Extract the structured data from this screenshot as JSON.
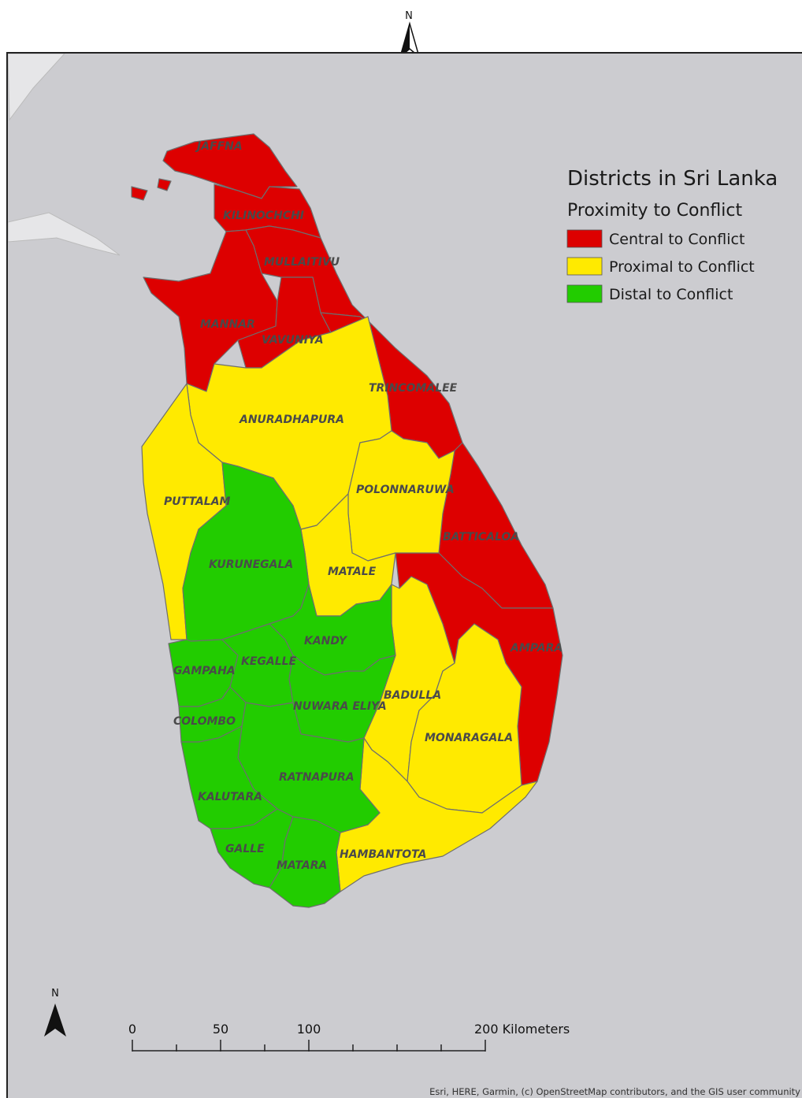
{
  "north_label": "N",
  "legend": {
    "title": "Districts in Sri Lanka",
    "subtitle": "Proximity to Conflict",
    "items": [
      {
        "label": "Central to Conflict",
        "color": "#dd0000"
      },
      {
        "label": "Proximal to Conflict",
        "color": "#ffea00"
      },
      {
        "label": "Distal to Conflict",
        "color": "#22cc00"
      }
    ]
  },
  "colors": {
    "sea": "#ccccd0",
    "land_other": "#e6e6e8",
    "central": "#dd0000",
    "proximal": "#ffea00",
    "distal": "#22cc00",
    "border": "#6e6e6e"
  },
  "districts": {
    "jaffna": {
      "name": "JAFFNA",
      "category": "Central to Conflict"
    },
    "kilinochchi": {
      "name": "KILINOCHCHI",
      "category": "Central to Conflict"
    },
    "mullaitivu": {
      "name": "MULLAITIVU",
      "category": "Central to Conflict"
    },
    "mannar": {
      "name": "MANNAR",
      "category": "Central to Conflict"
    },
    "vavuniya": {
      "name": "VAVUNIYA",
      "category": "Central to Conflict"
    },
    "trincomalee": {
      "name": "TRINCOMALEE",
      "category": "Central to Conflict"
    },
    "batticaloa": {
      "name": "BATTICALOA",
      "category": "Central to Conflict"
    },
    "ampara": {
      "name": "AMPARA",
      "category": "Central to Conflict"
    },
    "anuradhapura": {
      "name": "ANURADHAPURA",
      "category": "Proximal to Conflict"
    },
    "puttalam": {
      "name": "PUTTALAM",
      "category": "Proximal to Conflict"
    },
    "polonnaruwa": {
      "name": "POLONNARUWA",
      "category": "Proximal to Conflict"
    },
    "matale": {
      "name": "MATALE",
      "category": "Proximal to Conflict"
    },
    "badulla": {
      "name": "BADULLA",
      "category": "Proximal to Conflict"
    },
    "monaragala": {
      "name": "MONARAGALA",
      "category": "Proximal to Conflict"
    },
    "hambantota": {
      "name": "HAMBANTOTA",
      "category": "Proximal to Conflict"
    },
    "kurunegala": {
      "name": "KURUNEGALA",
      "category": "Distal to Conflict"
    },
    "gampaha": {
      "name": "GAMPAHA",
      "category": "Distal to Conflict"
    },
    "kegalle": {
      "name": "KEGALLE",
      "category": "Distal to Conflict"
    },
    "kandy": {
      "name": "KANDY",
      "category": "Distal to Conflict"
    },
    "nuwara_eliya": {
      "name": "NUWARA ELIYA",
      "category": "Distal to Conflict"
    },
    "colombo": {
      "name": "COLOMBO",
      "category": "Distal to Conflict"
    },
    "ratnapura": {
      "name": "RATNAPURA",
      "category": "Distal to Conflict"
    },
    "kalutara": {
      "name": "KALUTARA",
      "category": "Distal to Conflict"
    },
    "galle": {
      "name": "GALLE",
      "category": "Distal to Conflict"
    },
    "matara": {
      "name": "MATARA",
      "category": "Distal to Conflict"
    }
  },
  "scale_bar": {
    "tick_labels": [
      "0",
      "50",
      "100",
      "200 Kilometers"
    ]
  },
  "attribution": "Esri, HERE, Garmin, (c) OpenStreetMap contributors, and the GIS user community"
}
